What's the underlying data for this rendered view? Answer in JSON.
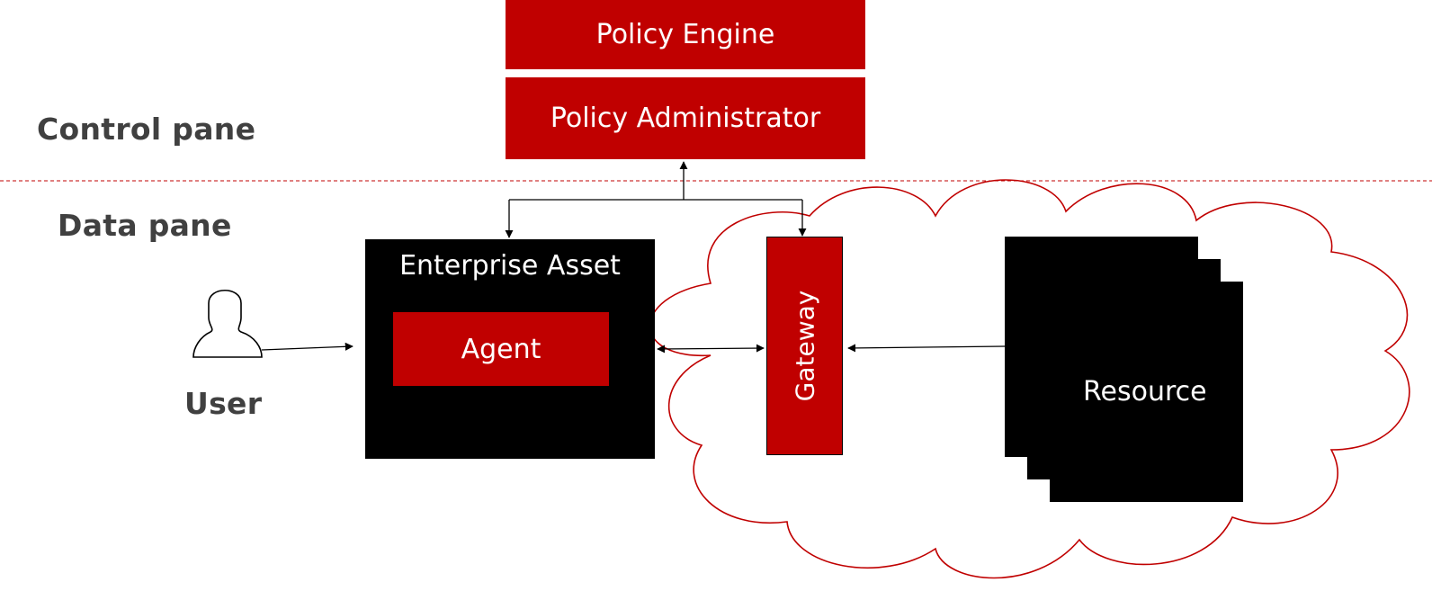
{
  "pane_labels": {
    "control": "Control pane",
    "data": "Data pane"
  },
  "policy": {
    "engine": "Policy Engine",
    "administrator": "Policy Administrator"
  },
  "enterprise_asset": {
    "title": "Enterprise Asset",
    "agent": "Agent"
  },
  "gateway": "Gateway",
  "resource": "Resource",
  "user": {
    "label": "User",
    "icon": "user-icon"
  },
  "colors": {
    "accent_red": "#c00000",
    "box_black": "#000000",
    "pane_label_gray": "#404040",
    "cloud_outline": "#c00000",
    "divider": "#c00000"
  }
}
